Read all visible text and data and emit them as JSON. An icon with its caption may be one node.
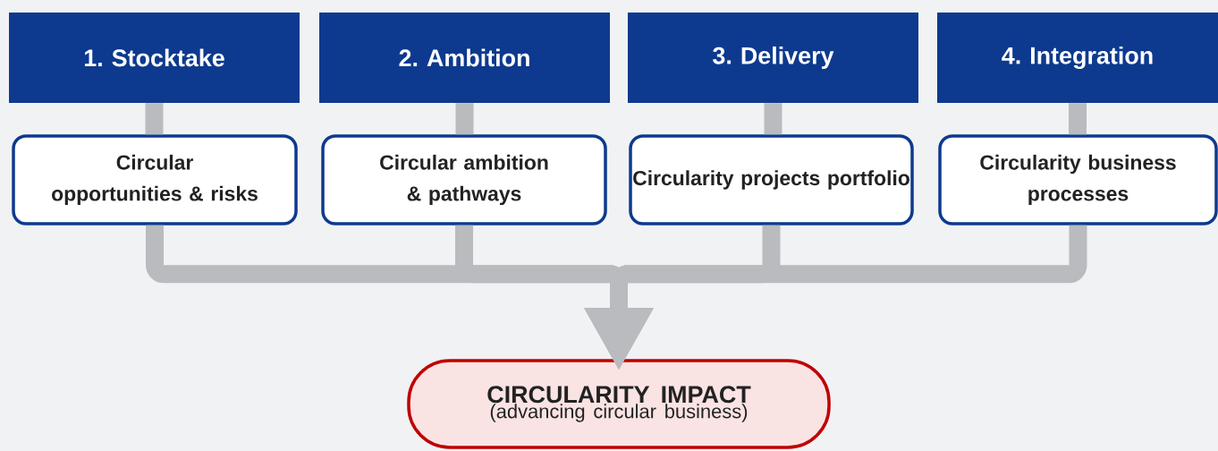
{
  "diagram": {
    "nodes": [
      {
        "text": [
          "1. Stocktake"
        ]
      },
      {
        "text": [
          "2. Ambition"
        ]
      },
      {
        "text": [
          "3. Delivery"
        ]
      },
      {
        "text": [
          "4. Integration"
        ]
      },
      {
        "text": [
          "Circular opportunities & risks"
        ]
      },
      {
        "text": [
          "Circular ambition & pathways"
        ]
      },
      {
        "text": [
          "Circularity projects portfolio"
        ]
      },
      {
        "text": [
          "Circularity business processes"
        ]
      },
      {
        "text": [
          "CIRCULARITY IMPACT",
          "(advancing circular business)"
        ]
      }
    ],
    "edges": [
      {
        "from": 0,
        "to": 4,
        "arrow": "none"
      },
      {
        "from": 1,
        "to": 5,
        "arrow": "none"
      },
      {
        "from": 2,
        "to": 6,
        "arrow": "none"
      },
      {
        "from": 3,
        "to": 7,
        "arrow": "none"
      },
      {
        "from": 4,
        "to": 8,
        "arrow": "to"
      },
      {
        "from": 5,
        "to": 8,
        "arrow": "to"
      },
      {
        "from": 6,
        "to": 8,
        "arrow": "to"
      },
      {
        "from": 7,
        "to": 8,
        "arrow": "to"
      }
    ]
  }
}
